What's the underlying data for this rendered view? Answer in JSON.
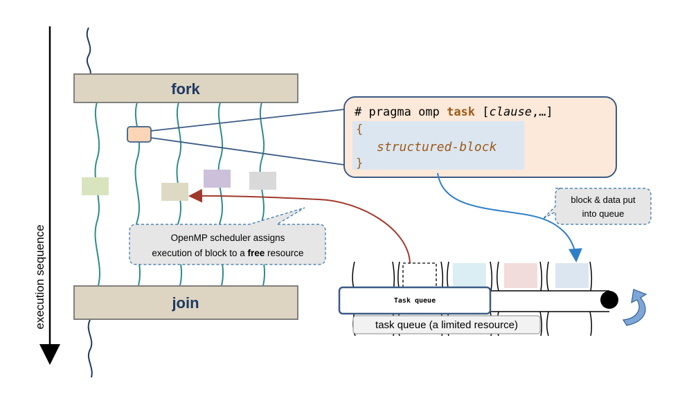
{
  "axis": {
    "label": "execution sequence"
  },
  "fork": {
    "label": "fork"
  },
  "join": {
    "label": "join"
  },
  "code": {
    "hash": "# ",
    "pragma": "pragma omp ",
    "task": "task",
    "clause_open": " [",
    "clause": "clause",
    "clause_rest": ",…]",
    "open_brace": "{",
    "block": "structured-block",
    "close_brace": "}"
  },
  "callout_queue": {
    "line1": "block & data put",
    "line2": "into queue"
  },
  "callout_scheduler": {
    "line1": "OpenMP scheduler assigns",
    "line2_a": "execution of block to a ",
    "line2_b": "free",
    "line2_c": " resource"
  },
  "task_queue": {
    "label": "Task queue",
    "caption": "task queue (a limited resource)"
  },
  "colors": {
    "bar_fill": "#ddd5c1",
    "bar_stroke": "#7f7f7f",
    "bar_text": "#1f3864",
    "thread": "#2e8b8b",
    "main_thread": "#1f3864",
    "code_bg": "#fde9d9",
    "code_block_bg": "#dce6f1",
    "keyword": "#9c5a16",
    "arrow_red": "#a0392c",
    "arrow_blue": "#2f7fc8",
    "task_orange": "#fbd5b5",
    "task_green": "#d7e4bd",
    "task_tan": "#ddd9c3",
    "task_purple": "#ccc0da",
    "task_gray": "#d9d9d9",
    "slot_cyan": "#daeef3",
    "slot_pink": "#f2dcdb",
    "slot_blue": "#dce6f1"
  }
}
